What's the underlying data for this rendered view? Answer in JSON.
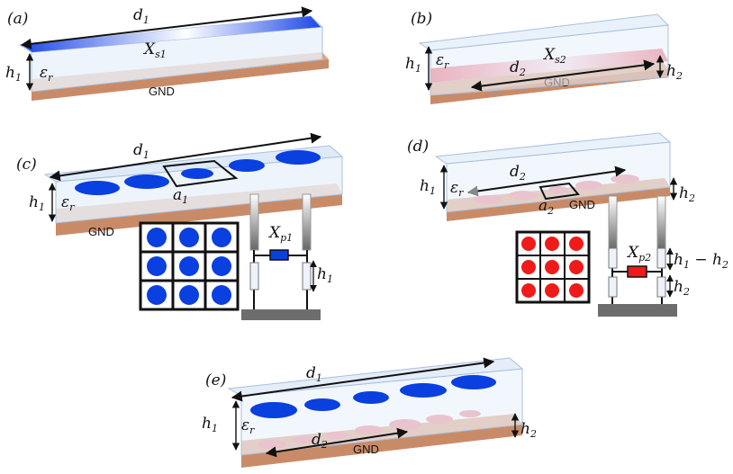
{
  "panels": {
    "a": {
      "tag": "(a)",
      "length": "d",
      "length_sub": "1",
      "height": "h",
      "height_sub": "1",
      "eps": "ε",
      "eps_sub": "r",
      "x": "X",
      "x_sub": "s1",
      "ground": "GND"
    },
    "b": {
      "tag": "(b)",
      "height": "h",
      "height_sub": "1",
      "eps": "ε",
      "eps_sub": "r",
      "length": "d",
      "length_sub": "2",
      "x": "X",
      "x_sub": "s2",
      "height2": "h",
      "height2_sub": "2",
      "ground": "GND"
    },
    "c": {
      "tag": "(c)",
      "length": "d",
      "length_sub": "1",
      "height": "h",
      "height_sub": "1",
      "eps": "ε",
      "eps_sub": "r",
      "cell": "a",
      "cell_sub": "1",
      "ground": "GND",
      "xp": "X",
      "xp_sub": "p1",
      "circuit_h": "h",
      "circuit_h_sub": "1"
    },
    "d": {
      "tag": "(d)",
      "height": "h",
      "height_sub": "1",
      "eps": "ε",
      "eps_sub": "r",
      "length": "d",
      "length_sub": "2",
      "cell": "a",
      "cell_sub": "2",
      "ground": "GND",
      "height2": "h",
      "height2_sub": "2",
      "xp": "X",
      "xp_sub": "p2",
      "diff_a": "h",
      "diff_a_sub": "1",
      "diff_minus": " − ",
      "diff_b": "h",
      "diff_b_sub": "2",
      "circuit_h2": "h",
      "circuit_h2_sub": "2"
    },
    "e": {
      "tag": "(e)",
      "length": "d",
      "length_sub": "1",
      "height": "h",
      "height_sub": "1",
      "eps": "ε",
      "eps_sub": "r",
      "length2": "d",
      "length2_sub": "2",
      "ground": "GND",
      "height2": "h",
      "height2_sub": "2"
    }
  },
  "colors": {
    "slab_fill": "#e8f0fb",
    "slab_stroke": "#a9c0dc",
    "ground": "#d9a27f",
    "ground_side": "#c98b67",
    "blue": "#0a3fe0",
    "red": "#ef1b1b",
    "pink": "#ec8c97",
    "pink_sheet": "#f09aa6",
    "dark_gray": "#6d6d6d"
  }
}
